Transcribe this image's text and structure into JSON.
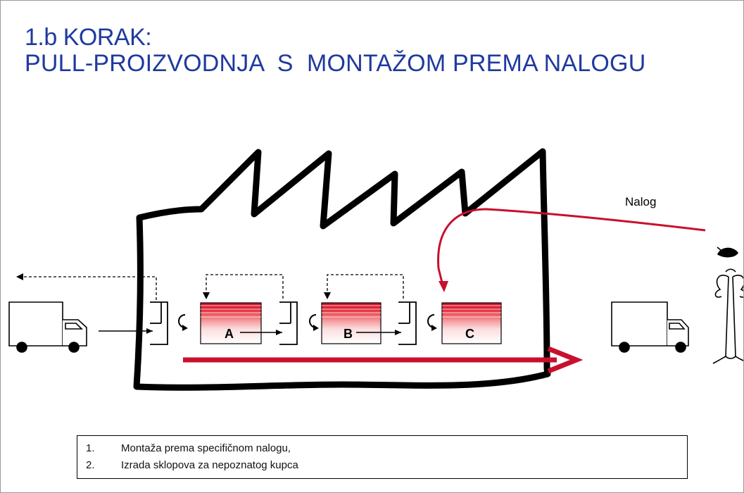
{
  "title": {
    "line1": "1.b KORAK:",
    "line2": "PULL-PROIZVODNJA  S  MONTAŽOM PREMA NALOGU"
  },
  "diagram": {
    "order_label": "Nalog",
    "stations": [
      {
        "label": "A"
      },
      {
        "label": "B"
      },
      {
        "label": "C"
      }
    ],
    "colors": {
      "accent": "#c8102e",
      "outline": "#000000"
    }
  },
  "legend": {
    "items": [
      {
        "num": "1.",
        "text": "Montaža prema specifičnom nalogu,"
      },
      {
        "num": "2.",
        "text": "Izrada sklopova za nepoznatog kupca"
      }
    ]
  }
}
